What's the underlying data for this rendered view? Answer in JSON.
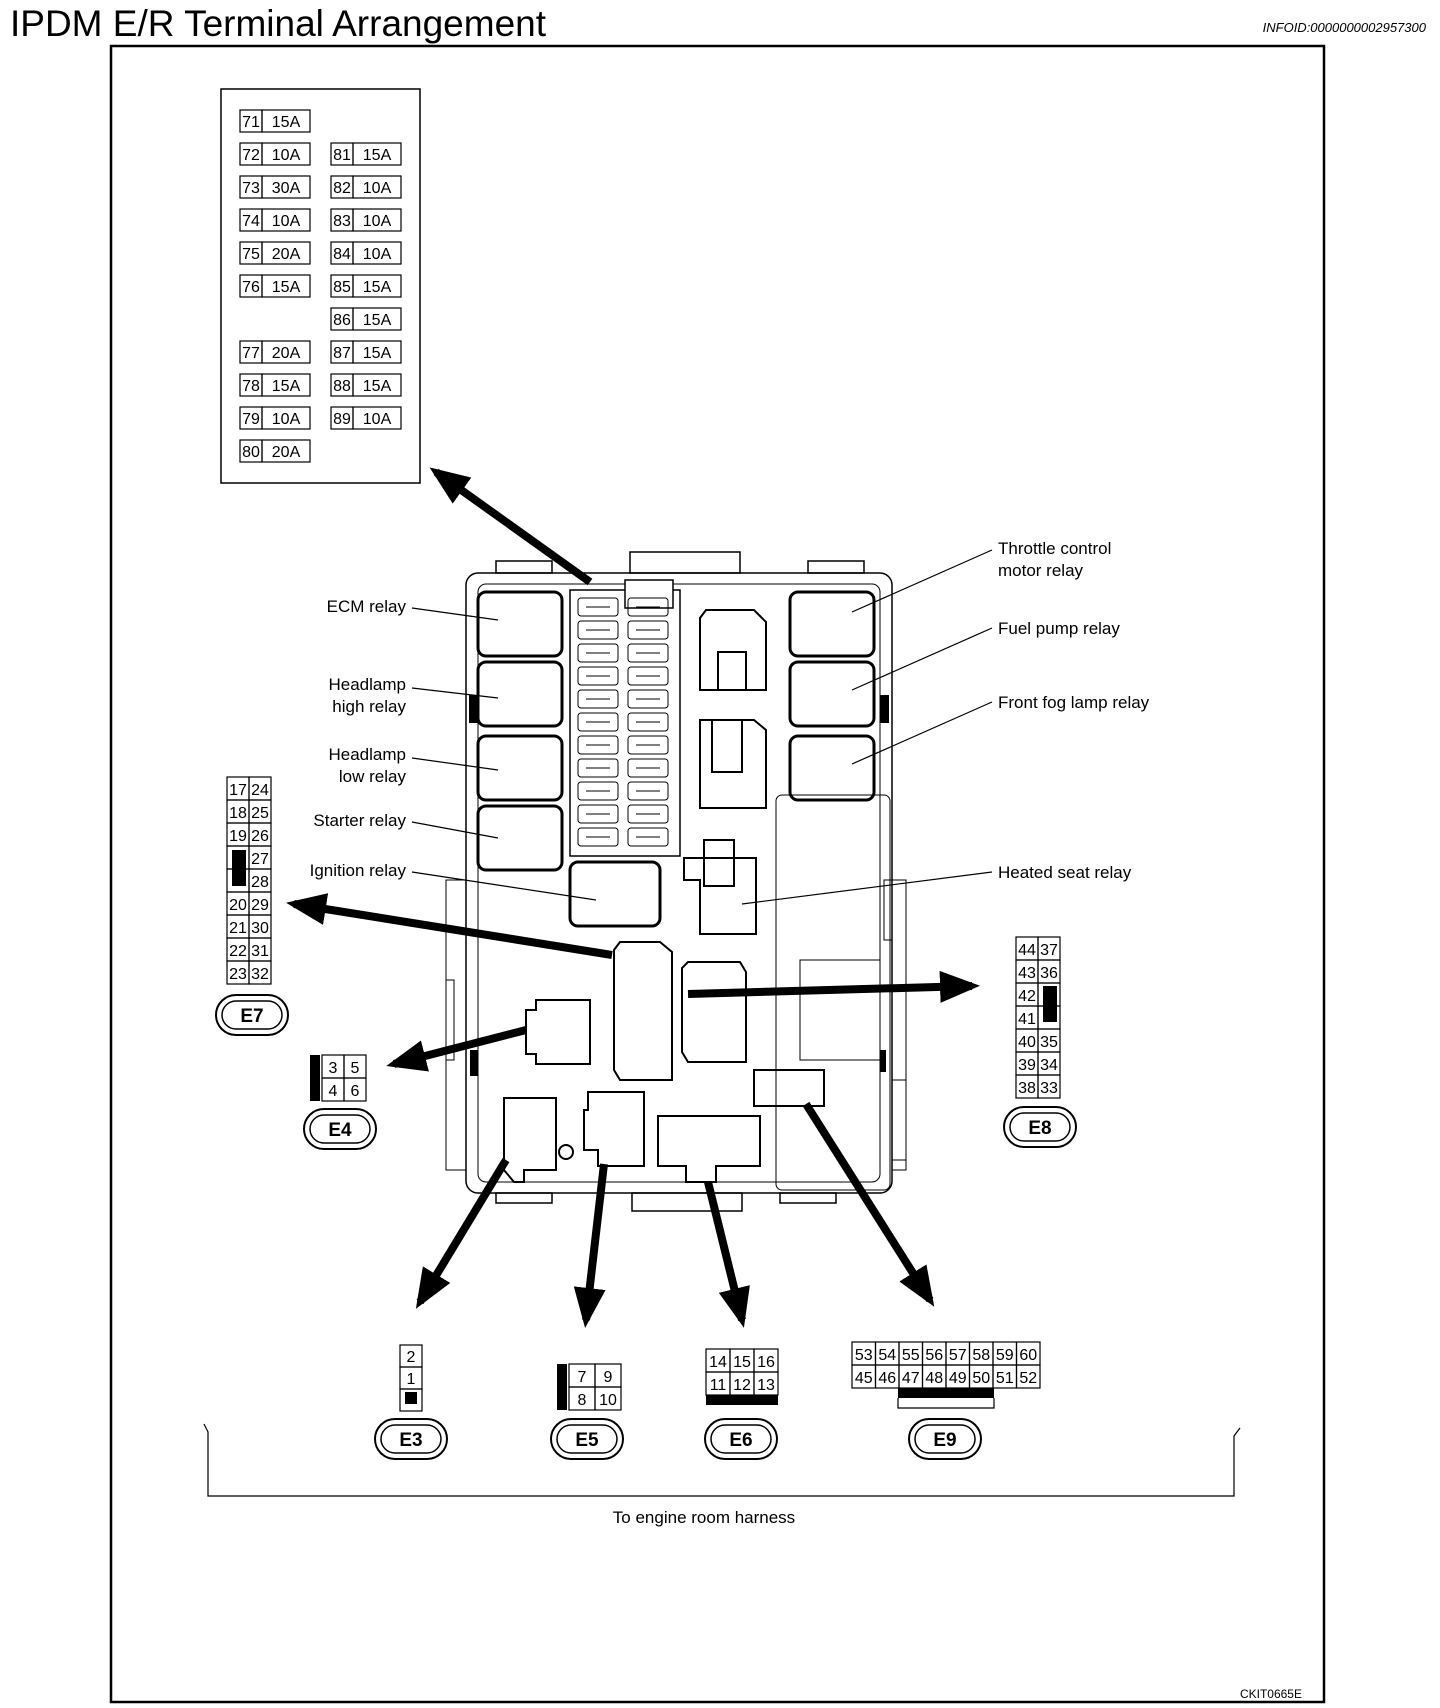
{
  "header": {
    "title": "IPDM E/R Terminal Arrangement",
    "infoid": "INFOID:0000000002957300"
  },
  "fuse_table": {
    "left": [
      {
        "num": "71",
        "amp": "15A"
      },
      {
        "num": "72",
        "amp": "10A"
      },
      {
        "num": "73",
        "amp": "30A"
      },
      {
        "num": "74",
        "amp": "10A"
      },
      {
        "num": "75",
        "amp": "20A"
      },
      {
        "num": "76",
        "amp": "15A"
      },
      null,
      {
        "num": "77",
        "amp": "20A"
      },
      {
        "num": "78",
        "amp": "15A"
      },
      {
        "num": "79",
        "amp": "10A"
      },
      {
        "num": "80",
        "amp": "20A"
      }
    ],
    "right": [
      null,
      {
        "num": "81",
        "amp": "15A"
      },
      {
        "num": "82",
        "amp": "10A"
      },
      {
        "num": "83",
        "amp": "10A"
      },
      {
        "num": "84",
        "amp": "10A"
      },
      {
        "num": "85",
        "amp": "15A"
      },
      {
        "num": "86",
        "amp": "15A"
      },
      {
        "num": "87",
        "amp": "15A"
      },
      {
        "num": "88",
        "amp": "15A"
      },
      {
        "num": "89",
        "amp": "10A"
      },
      null
    ]
  },
  "relays": {
    "ecm": "ECM relay",
    "headlamp_high_1": "Headlamp",
    "headlamp_high_2": "high relay",
    "headlamp_low_1": "Headlamp",
    "headlamp_low_2": "low relay",
    "starter": "Starter relay",
    "ignition": "Ignition relay",
    "throttle_1": "Throttle control",
    "throttle_2": "motor relay",
    "fuel_pump": "Fuel pump relay",
    "front_fog": "Front fog lamp relay",
    "heated_seat": "Heated seat relay"
  },
  "connectors": {
    "e3": {
      "id": "E3",
      "pins": [
        "2",
        "1"
      ]
    },
    "e4": {
      "id": "E4",
      "top": [
        "3",
        "5"
      ],
      "bottom": [
        "4",
        "6"
      ]
    },
    "e5": {
      "id": "E5",
      "top": [
        "7",
        "9"
      ],
      "bottom": [
        "8",
        "10"
      ]
    },
    "e6": {
      "id": "E6",
      "top": [
        "14",
        "15",
        "16"
      ],
      "bottom": [
        "11",
        "12",
        "13"
      ]
    },
    "e7": {
      "id": "E7",
      "rows": [
        [
          "17",
          "24"
        ],
        [
          "18",
          "25"
        ],
        [
          "19",
          "26"
        ],
        [
          "",
          "27"
        ],
        [
          "",
          "28"
        ],
        [
          "20",
          "29"
        ],
        [
          "21",
          "30"
        ],
        [
          "22",
          "31"
        ],
        [
          "23",
          "32"
        ]
      ]
    },
    "e8": {
      "id": "E8",
      "rows": [
        [
          "44",
          "37"
        ],
        [
          "43",
          "36"
        ],
        [
          "42",
          ""
        ],
        [
          "41",
          ""
        ],
        [
          "40",
          "35"
        ],
        [
          "39",
          "34"
        ],
        [
          "38",
          "33"
        ]
      ]
    },
    "e9": {
      "id": "E9",
      "top": [
        "53",
        "54",
        "55",
        "56",
        "57",
        "58",
        "59",
        "60"
      ],
      "bottom": [
        "45",
        "46",
        "47",
        "48",
        "49",
        "50",
        "51",
        "52"
      ]
    }
  },
  "harness_label": "To engine room harness",
  "figure_code": "CKIT0665E"
}
